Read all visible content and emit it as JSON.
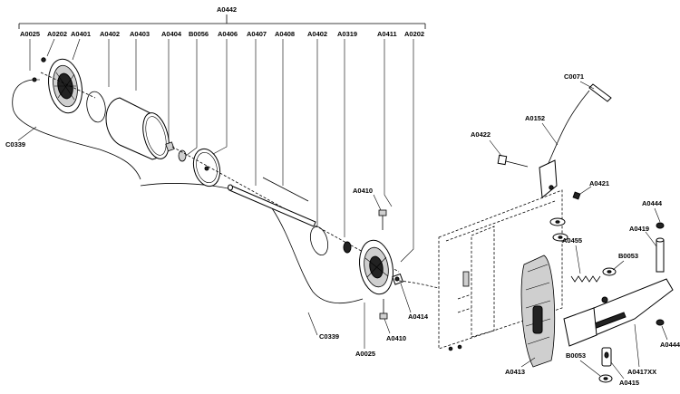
{
  "assembly_label": "A0442",
  "top_labels": [
    "A0025",
    "A0202",
    "A0401",
    "A0402",
    "A0403",
    "A0404",
    "B0056",
    "A0406",
    "A0407",
    "A0408",
    "A0402",
    "A0319",
    "A0411",
    "A0202"
  ],
  "labels": {
    "c0339_upper": "C0339",
    "c0339_lower": "C0339",
    "a0025_lower": "A0025",
    "a0410_upper": "A0410",
    "a0410_lower": "A0410",
    "a0414": "A0414",
    "a0413": "A0413",
    "a0422": "A0422",
    "a0152": "A0152",
    "c0071": "C0071",
    "a0421": "A0421",
    "a0455": "A0455",
    "a0444_upper": "A0444",
    "a0419": "A0419",
    "b0053_upper": "B0053",
    "b0053_lower": "B0053",
    "a0415": "A0415",
    "a0417xx": "A0417XX",
    "a0444_lower": "A0444"
  }
}
